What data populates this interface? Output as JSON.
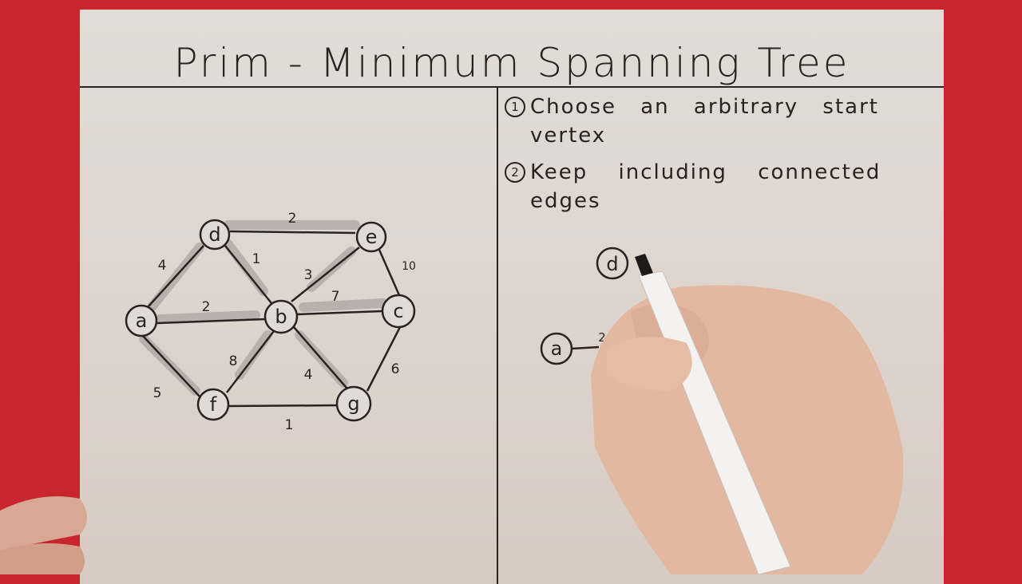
{
  "title": "Prim - Minimum Spanning Tree",
  "steps": [
    {
      "number": "1",
      "text": "Choose an arbitrary start vertex"
    },
    {
      "number": "2",
      "text": "Keep including connected edges"
    }
  ],
  "graph": {
    "vertices": [
      {
        "id": "a",
        "label": "a"
      },
      {
        "id": "b",
        "label": "b"
      },
      {
        "id": "c",
        "label": "c"
      },
      {
        "id": "d",
        "label": "d"
      },
      {
        "id": "e",
        "label": "e"
      },
      {
        "id": "f",
        "label": "f"
      },
      {
        "id": "g",
        "label": "g"
      }
    ],
    "edges": [
      {
        "from": "d",
        "to": "e",
        "weight": "2"
      },
      {
        "from": "a",
        "to": "d",
        "weight": "4"
      },
      {
        "from": "d",
        "to": "b",
        "weight": "1"
      },
      {
        "from": "b",
        "to": "e",
        "weight": "3"
      },
      {
        "from": "e",
        "to": "c",
        "weight": "10"
      },
      {
        "from": "a",
        "to": "b",
        "weight": "2"
      },
      {
        "from": "b",
        "to": "c",
        "weight": "7"
      },
      {
        "from": "a",
        "to": "f",
        "weight": "5"
      },
      {
        "from": "f",
        "to": "b",
        "weight": "8"
      },
      {
        "from": "b",
        "to": "g",
        "weight": "4"
      },
      {
        "from": "c",
        "to": "g",
        "weight": "6"
      },
      {
        "from": "f",
        "to": "g",
        "weight": "1"
      }
    ]
  },
  "partial_tree": {
    "vertices": [
      {
        "label": "d"
      },
      {
        "label": "a"
      }
    ],
    "edges": [
      {
        "label": "2"
      }
    ]
  },
  "colors": {
    "background": "#c8262c",
    "paper": "#e0d8d2",
    "ink": "#2a2220",
    "highlight": "#9c9490"
  }
}
